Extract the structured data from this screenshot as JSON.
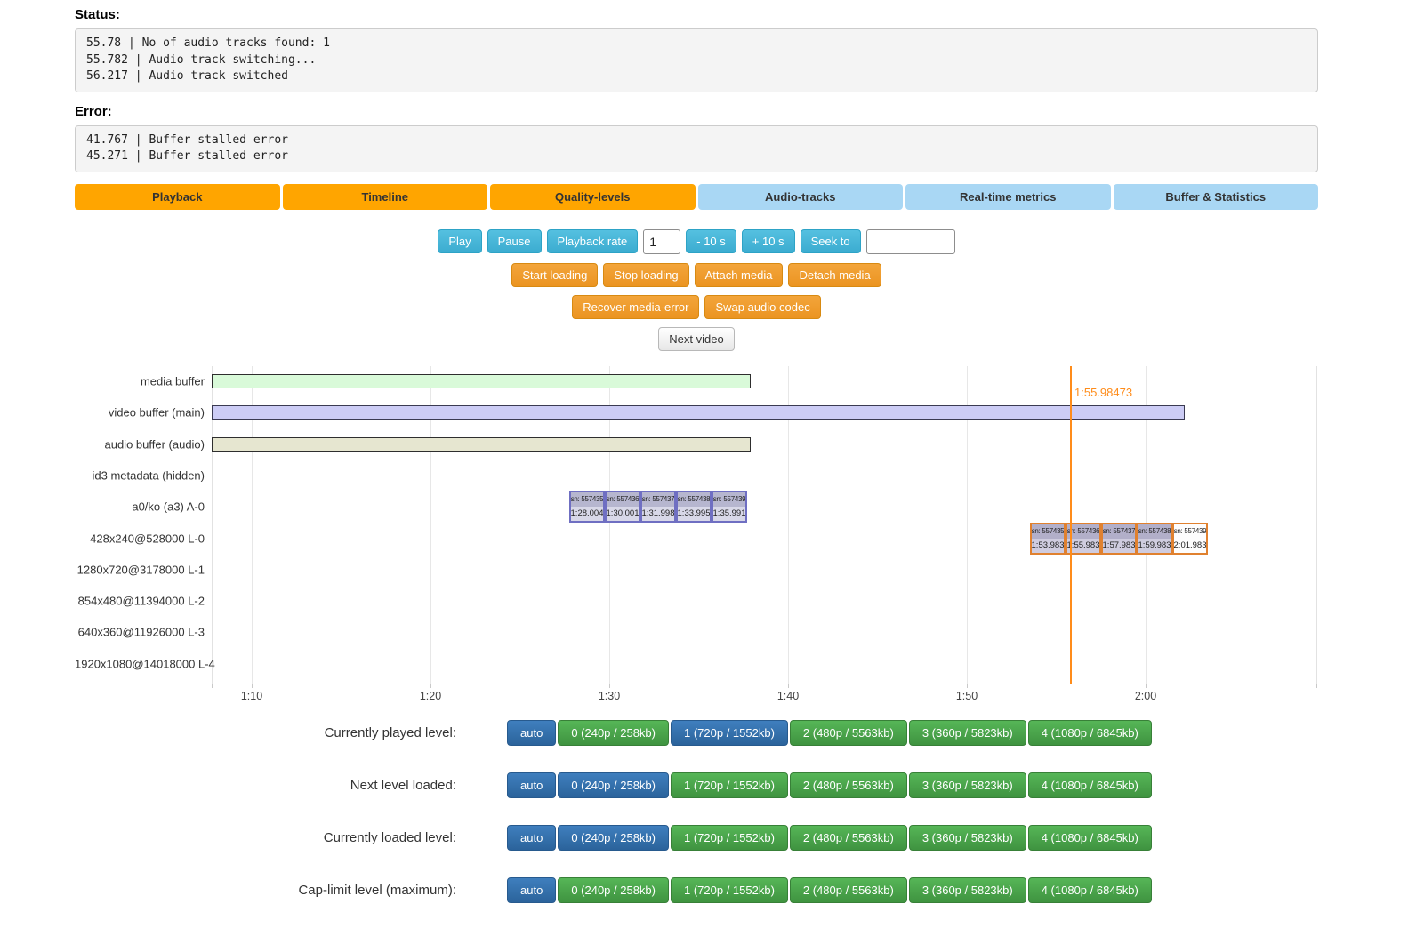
{
  "status": {
    "label": "Status:",
    "lines": [
      "55.78 | No of audio tracks found: 1",
      "55.782 | Audio track switching...",
      "56.217 | Audio track switched"
    ]
  },
  "error": {
    "label": "Error:",
    "lines": [
      "41.767 | Buffer stalled error",
      "45.271 | Buffer stalled error"
    ]
  },
  "tabs": [
    {
      "label": "Playback",
      "active": true
    },
    {
      "label": "Timeline",
      "active": true
    },
    {
      "label": "Quality-levels",
      "active": true
    },
    {
      "label": "Audio-tracks",
      "active": false
    },
    {
      "label": "Real-time metrics",
      "active": false
    },
    {
      "label": "Buffer & Statistics",
      "active": false
    }
  ],
  "controls": {
    "playback_buttons": [
      "Play",
      "Pause",
      "Playback rate"
    ],
    "rate_value": "1",
    "seek_buttons": [
      "- 10 s",
      "+ 10 s",
      "Seek to"
    ],
    "seek_value": "",
    "loading_buttons": [
      "Start loading",
      "Stop loading",
      "Attach media",
      "Detach media"
    ],
    "recover_buttons": [
      "Recover media-error",
      "Swap audio codec"
    ],
    "next_video": "Next video"
  },
  "timeline": {
    "rows": [
      "media buffer",
      "video buffer (main)",
      "audio buffer (audio)",
      "id3 metadata (hidden)",
      "a0/ko (a3) A-0",
      "428x240@528000 L-0",
      "1280x720@3178000 L-1",
      "854x480@11394000 L-2",
      "640x360@11926000 L-3",
      "1920x1080@14018000 L-4"
    ],
    "axis_ticks": [
      "1:10",
      "1:20",
      "1:30",
      "1:40",
      "1:50",
      "2:00"
    ],
    "cursor_label": "1:55.98473",
    "audio_segments": [
      {
        "sn": "sn: 557435",
        "time": "1:28.004"
      },
      {
        "sn": "sn: 557436",
        "time": "1:30.001"
      },
      {
        "sn": "sn: 557437",
        "time": "1:31.998"
      },
      {
        "sn": "sn: 557438",
        "time": "1:33.995"
      },
      {
        "sn": "sn: 557439",
        "time": "1:35.991"
      }
    ],
    "video_segments": [
      {
        "sn": "sn: 557435",
        "time": "1:53.983",
        "loaded": true
      },
      {
        "sn": "sn: 557436",
        "time": "1:55.983",
        "loaded": true
      },
      {
        "sn": "sn: 557437",
        "time": "1:57.983",
        "loaded": true
      },
      {
        "sn": "sn: 557438",
        "time": "1:59.983",
        "loaded": true
      },
      {
        "sn": "sn: 557439",
        "time": "2:01.983",
        "loaded": false
      }
    ]
  },
  "quality": {
    "levels": [
      "auto",
      "0 (240p / 258kb)",
      "1 (720p / 1552kb)",
      "2 (480p / 5563kb)",
      "3 (360p / 5823kb)",
      "4 (1080p / 6845kb)"
    ],
    "rows": [
      {
        "label": "Currently played level:",
        "selected_indices": [
          0,
          2
        ]
      },
      {
        "label": "Next level loaded:",
        "selected_indices": [
          0,
          1
        ]
      },
      {
        "label": "Currently loaded level:",
        "selected_indices": [
          0,
          1
        ]
      },
      {
        "label": "Cap-limit level (maximum):",
        "selected_indices": [
          0
        ]
      }
    ]
  },
  "colors": {
    "tab_active": "#ffa500",
    "tab_inactive": "#a9d7f4",
    "info_button": "#46b8da",
    "warning_button": "#ef9b2e",
    "primary_button": "#31699f",
    "success_button": "#48a648",
    "cursor": "#ff8c1a",
    "buffer_media": "#d9fad9",
    "buffer_video": "#ccccf5",
    "buffer_audio": "#e6e6d0"
  }
}
